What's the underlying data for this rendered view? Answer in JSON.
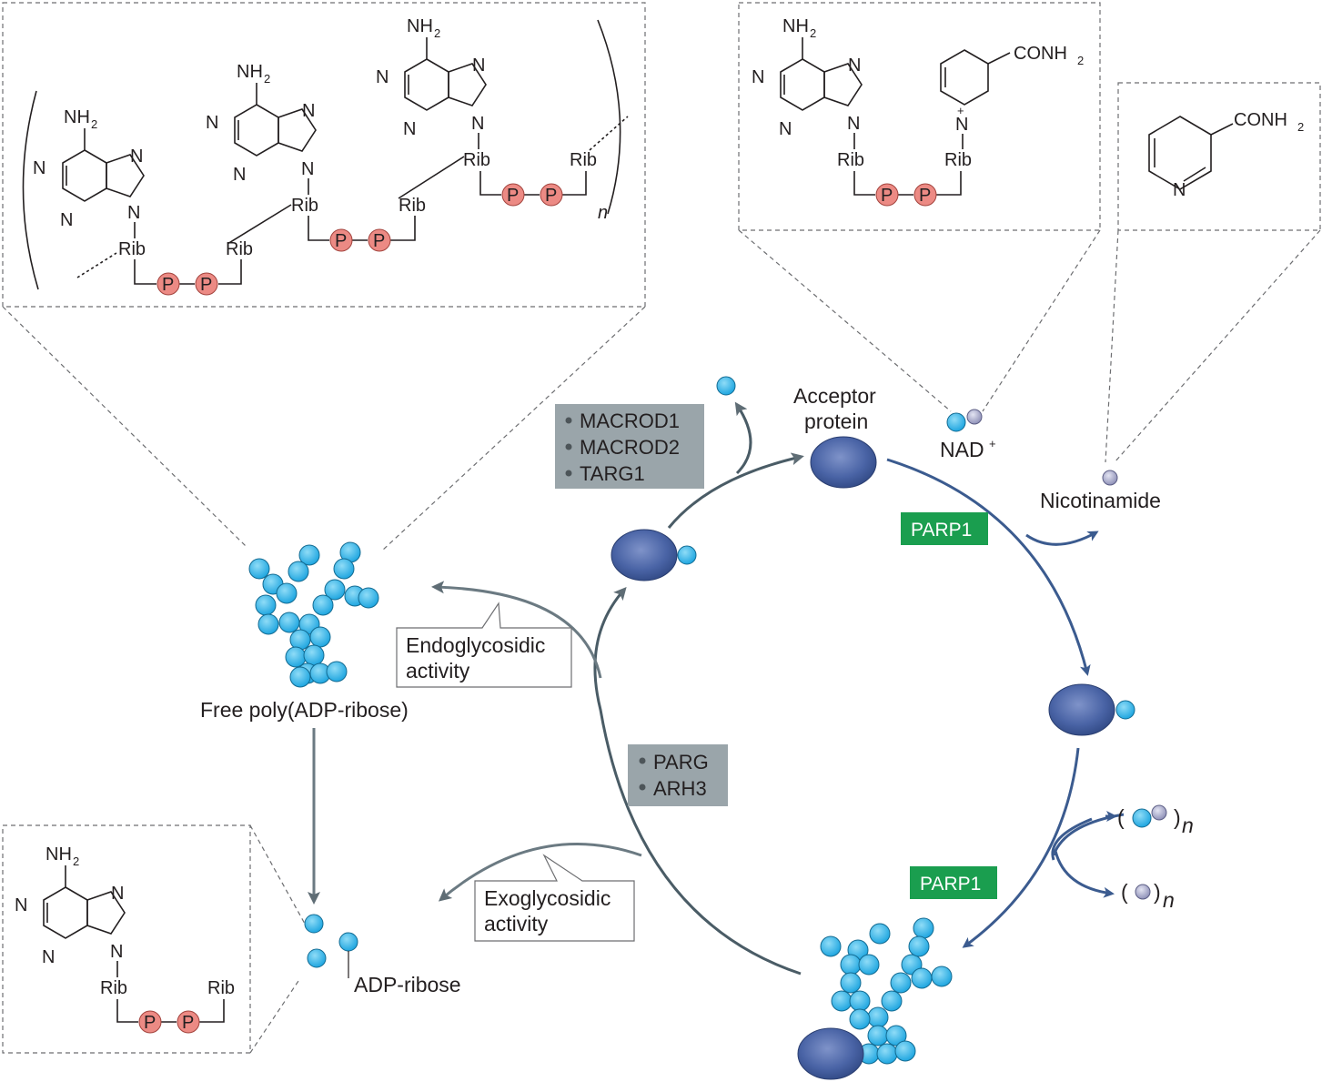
{
  "labels": {
    "acceptor_line1": "Acceptor",
    "acceptor_line2": "protein",
    "nad": "NAD",
    "nad_sup": "+",
    "nicotinamide": "Nicotinamide",
    "parp1_top": "PARP1",
    "parp1_bottom": "PARP1",
    "free_par": "Free poly(ADP-ribose)",
    "adp_ribose": "ADP-ribose",
    "endo_line1": "Endoglycosidic",
    "endo_line2": "activity",
    "exo_line1": "Exoglycosidic",
    "exo_line2": "activity",
    "n_sub": "n"
  },
  "enzymes_top": [
    "MACROD1",
    "MACROD2",
    "TARG1"
  ],
  "enzymes_mid": [
    "PARG",
    "ARH3"
  ],
  "chem": {
    "nh2": "NH",
    "nh2_sub": "2",
    "n": "N",
    "rib": "Rib",
    "p": "P",
    "conh2": "CONH",
    "plus": "+",
    "repeat_n": "n"
  },
  "colors": {
    "protein": "#3f5a9e",
    "adp_ribose": "#3ab4e6",
    "nicotinamide": "#a7a9c9",
    "phosphate": "#ec8a84",
    "parp_box": "#1a9e4f",
    "enzyme_box": "#9aa5aa"
  }
}
